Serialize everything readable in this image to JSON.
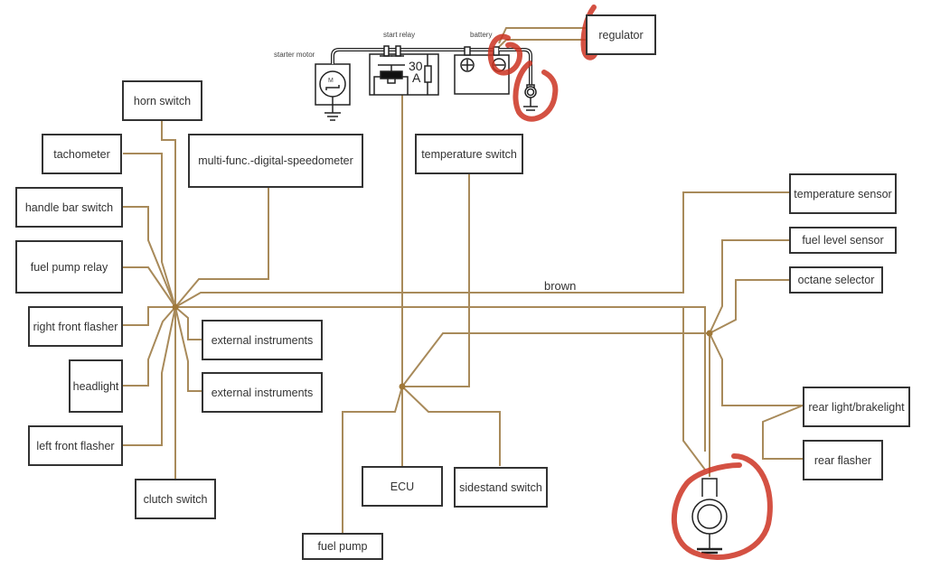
{
  "diagram": {
    "title": "Motorcycle ground (brown) wiring diagram",
    "wire_color_label": "brown",
    "colors": {
      "wire": "#a88a5a",
      "wire_node": "#a07838",
      "component_outline": "#333333",
      "highlight_mark": "#cc3322"
    },
    "top_components": {
      "starter_motor": {
        "label": "starter motor",
        "symbol": "M"
      },
      "start_relay": {
        "label": "start relay",
        "rating_value": "30",
        "rating_unit": "A"
      },
      "battery": {
        "label": "battery",
        "plus": "+",
        "minus": "−"
      },
      "regulator": {
        "label": "regulator"
      }
    },
    "left_components": [
      {
        "id": "horn-switch",
        "label": "horn switch"
      },
      {
        "id": "tachometer",
        "label": "tachometer"
      },
      {
        "id": "handle-bar-switch",
        "label": "handle bar switch"
      },
      {
        "id": "fuel-pump-relay",
        "label": "fuel pump relay"
      },
      {
        "id": "right-front-flasher",
        "label": "right front flasher"
      },
      {
        "id": "headlight",
        "label": "headlight"
      },
      {
        "id": "left-front-flasher",
        "label": "left front flasher"
      },
      {
        "id": "clutch-switch",
        "label": "clutch switch"
      },
      {
        "id": "multi-func-digital-speedometer",
        "label": "multi-func.-digital-speedometer"
      },
      {
        "id": "external-instruments-1",
        "label": "external instruments"
      },
      {
        "id": "external-instruments-2",
        "label": "external instruments"
      }
    ],
    "center_components": [
      {
        "id": "temperature-switch",
        "label": "temperature switch"
      },
      {
        "id": "ecu",
        "label": "ECU"
      },
      {
        "id": "sidestand-switch",
        "label": "sidestand switch"
      },
      {
        "id": "fuel-pump",
        "label": "fuel pump"
      }
    ],
    "right_components": [
      {
        "id": "temperature-sensor",
        "label": "temperature sensor"
      },
      {
        "id": "fuel-level-sensor",
        "label": "fuel level sensor"
      },
      {
        "id": "octane-selector",
        "label": "octane selector"
      },
      {
        "id": "rear-light-brakelight",
        "label": "rear light/brakelight"
      },
      {
        "id": "rear-flasher",
        "label": "rear flasher"
      }
    ]
  }
}
